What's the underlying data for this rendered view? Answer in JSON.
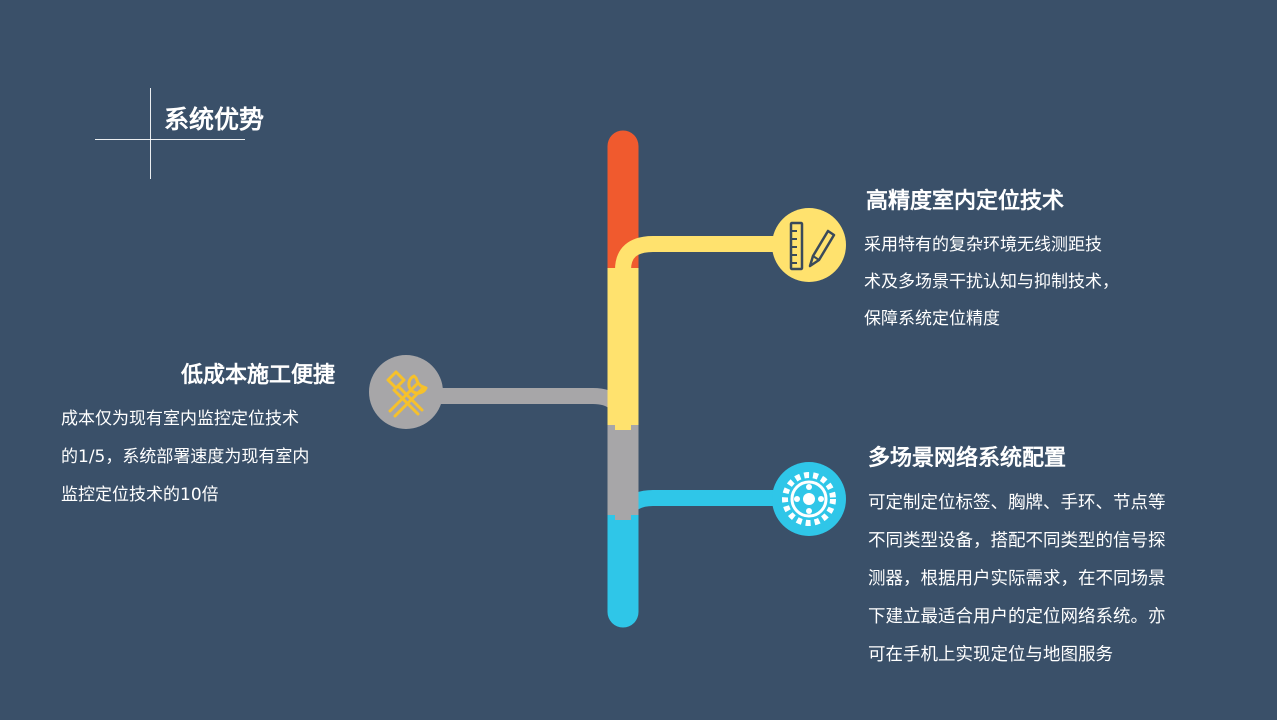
{
  "slide": {
    "title": "系统优势"
  },
  "colors": {
    "background": "#3a5069",
    "red": "#f05a2e",
    "yellow": "#ffe26e",
    "gray": "#a7a6a8",
    "cyan": "#2fc6e8"
  },
  "items": [
    {
      "title": "高精度室内定位技术",
      "icon": "ruler-pencil-icon",
      "lines": [
        "采用特有的复杂环境无线测距技",
        "术及多场景干扰认知与抑制技术，",
        "保障系统定位精度"
      ]
    },
    {
      "title": "低成本施工便捷",
      "icon": "wrench-hammer-icon",
      "lines": [
        "成本仅为现有室内监控定位技术",
        "的1/5，系统部署速度为现有室内",
        "监控定位技术的10倍"
      ]
    },
    {
      "title": "多场景网络系统配置",
      "icon": "gear-icon",
      "lines": [
        "可定制定位标签、胸牌、手环、节点等",
        "不同类型设备，搭配不同类型的信号探",
        "测器，根据用户实际需求，在不同场景",
        "下建立最适合用户的定位网络系统。亦",
        "可在手机上实现定位与地图服务"
      ]
    }
  ]
}
